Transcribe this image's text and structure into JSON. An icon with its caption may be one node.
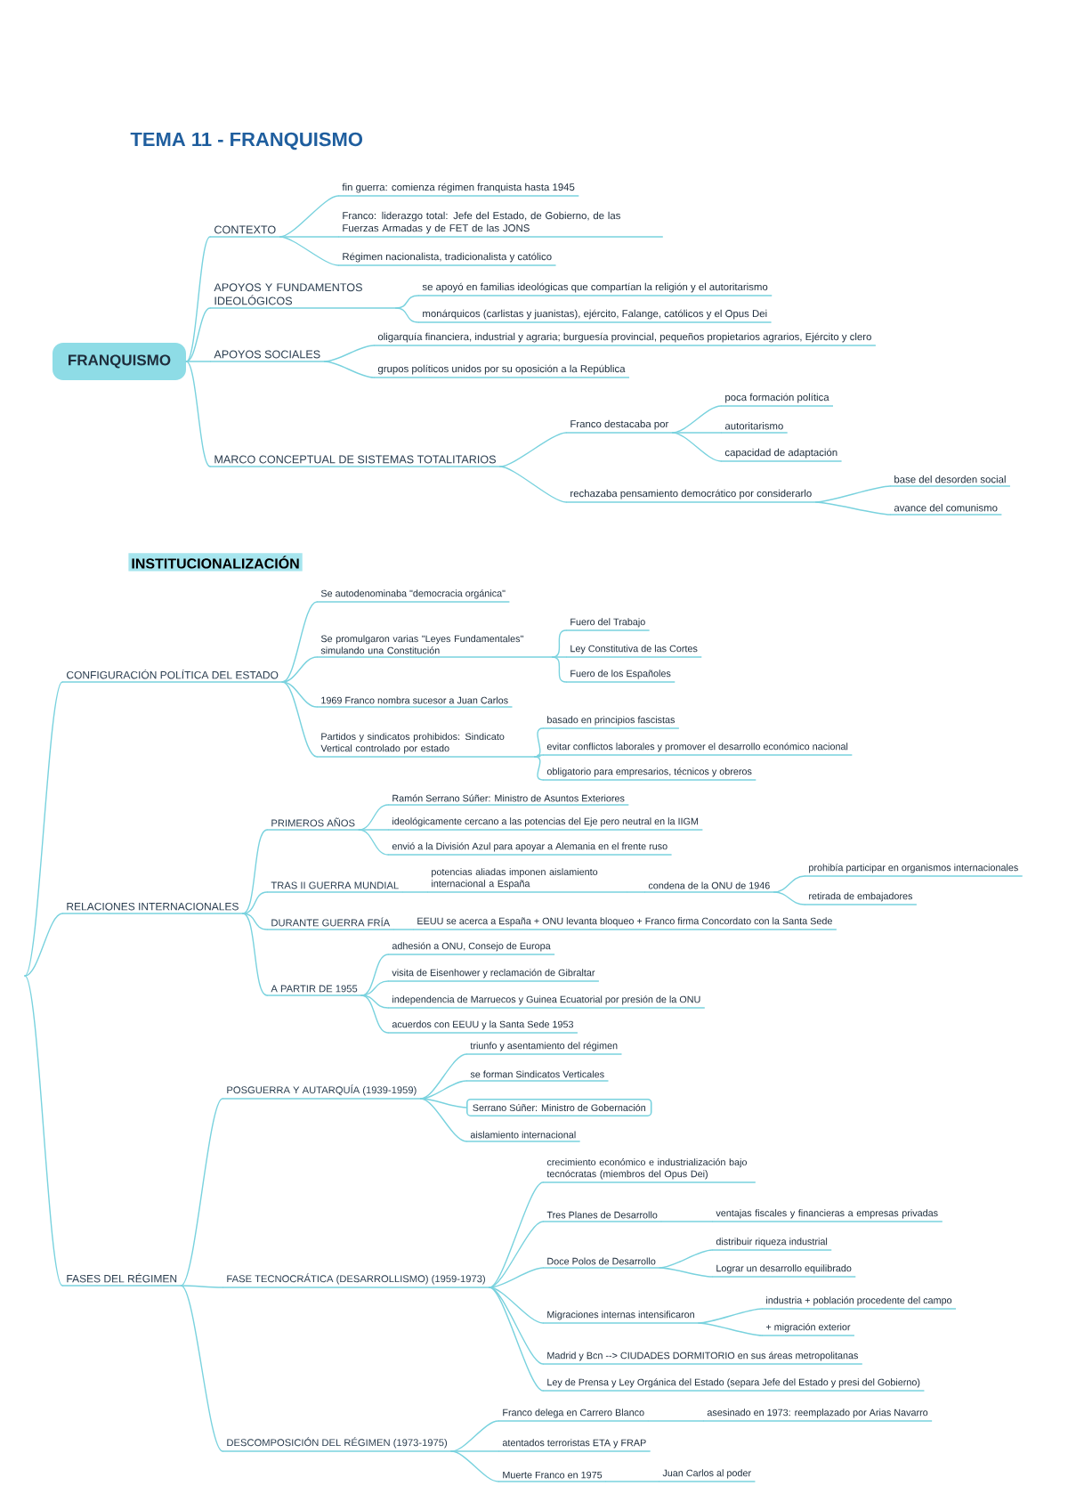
{
  "diagram": {
    "title": "TEMA 11 - FRANQUISMO",
    "nodes": [
      {
        "text": [
          "FRANQUISMO"
        ]
      },
      {
        "text": [
          "CONTEXTO"
        ]
      },
      {
        "text": [
          "fin guerra: comienza régimen franquista hasta 1945"
        ]
      },
      {
        "text": [
          "Franco: liderazgo total: Jefe del Estado, de Gobierno, de las Fuerzas Armadas y de FET de las JONS"
        ]
      },
      {
        "text": [
          "Régimen nacionalista, tradicionalista y católico"
        ]
      },
      {
        "text": [
          "APOYOS Y FUNDAMENTOS IDEOLÓGICOS"
        ]
      },
      {
        "text": [
          "se apoyó en familias ideológicas que compartían la religión y el autoritarismo"
        ]
      },
      {
        "text": [
          "monárquicos (carlistas y juanistas), ejército, Falange, católicos y el Opus Dei"
        ]
      },
      {
        "text": [
          "APOYOS SOCIALES"
        ]
      },
      {
        "text": [
          "oligarquía financiera, industrial y agraria; burguesía provincial, pequeños propietarios agrarios, Ejército y clero"
        ]
      },
      {
        "text": [
          "grupos políticos unidos por su oposición a la República"
        ]
      },
      {
        "text": [
          "MARCO CONCEPTUAL DE SISTEMAS TOTALITARIOS"
        ]
      },
      {
        "text": [
          "Franco destacaba por"
        ]
      },
      {
        "text": [
          "poca formación política"
        ]
      },
      {
        "text": [
          "autoritarismo"
        ]
      },
      {
        "text": [
          "capacidad de adaptación"
        ]
      },
      {
        "text": [
          "rechazaba pensamiento democrático por considerarlo"
        ]
      },
      {
        "text": [
          "base del desorden social"
        ]
      },
      {
        "text": [
          "avance del comunismo"
        ]
      },
      {
        "text": [
          "INSTITUCIONALIZACIÓN"
        ]
      },
      {
        "text": [
          "CONFIGURACIÓN POLÍTICA DEL ESTADO"
        ]
      },
      {
        "text": [
          "Se autodenominaba \"democracia orgánica\""
        ]
      },
      {
        "text": [
          "Se promulgaron varias \"Leyes Fundamentales\" simulando una Constitución"
        ]
      },
      {
        "text": [
          "Fuero del Trabajo"
        ]
      },
      {
        "text": [
          "Ley Constitutiva de las Cortes"
        ]
      },
      {
        "text": [
          "Fuero de los Españoles"
        ]
      },
      {
        "text": [
          "1969 Franco nombra sucesor a Juan Carlos"
        ]
      },
      {
        "text": [
          "Partidos y sindicatos prohibidos: Sindicato Vertical controlado por estado"
        ]
      },
      {
        "text": [
          "basado en principios fascistas"
        ]
      },
      {
        "text": [
          "evitar conflictos laborales y promover el desarrollo económico nacional"
        ]
      },
      {
        "text": [
          "obligatorio para empresarios, técnicos y obreros"
        ]
      },
      {
        "text": [
          "RELACIONES INTERNACIONALES"
        ]
      },
      {
        "text": [
          "PRIMEROS AÑOS"
        ]
      },
      {
        "text": [
          "Ramón Serrano Súñer: Ministro de Asuntos Exteriores"
        ]
      },
      {
        "text": [
          "ideológicamente cercano a las potencias del Eje pero neutral en la IIGM"
        ]
      },
      {
        "text": [
          "envió a la División Azul para apoyar a Alemania en el frente ruso"
        ]
      },
      {
        "text": [
          "TRAS II GUERRA MUNDIAL"
        ]
      },
      {
        "text": [
          "potencias aliadas imponen aislamiento internacional a España"
        ]
      },
      {
        "text": [
          "condena de la ONU de 1946"
        ]
      },
      {
        "text": [
          "prohibía participar en organismos internacionales"
        ]
      },
      {
        "text": [
          "retirada de embajadores"
        ]
      },
      {
        "text": [
          "DURANTE GUERRA FRÍA"
        ]
      },
      {
        "text": [
          "EEUU se acerca a España + ONU levanta bloqueo + Franco firma Concordato con la Santa Sede"
        ]
      },
      {
        "text": [
          "A PARTIR DE 1955"
        ]
      },
      {
        "text": [
          "adhesión a ONU, Consejo de Europa"
        ]
      },
      {
        "text": [
          "visita de Eisenhower y reclamación de Gibraltar"
        ]
      },
      {
        "text": [
          "independencia de Marruecos y Guinea Ecuatorial por presión de la ONU"
        ]
      },
      {
        "text": [
          "acuerdos con EEUU y la Santa Sede 1953"
        ]
      },
      {
        "text": [
          "FASES DEL RÉGIMEN"
        ]
      },
      {
        "text": [
          "POSGUERRA Y AUTARQUÍA (1939-1959)"
        ]
      },
      {
        "text": [
          "triunfo y asentamiento del régimen"
        ]
      },
      {
        "text": [
          "se forman Sindicatos Verticales"
        ]
      },
      {
        "text": [
          "Serrano Súñer: Ministro de Gobernación"
        ]
      },
      {
        "text": [
          "aislamiento internacional"
        ]
      },
      {
        "text": [
          "FASE TECNOCRÁTICA (DESARROLLISMO) (1959-1973)"
        ]
      },
      {
        "text": [
          "crecimiento económico e industrialización bajo tecnócratas (miembros del Opus Dei)"
        ]
      },
      {
        "text": [
          "Tres Planes de Desarrollo"
        ]
      },
      {
        "text": [
          "ventajas fiscales y financieras a empresas privadas"
        ]
      },
      {
        "text": [
          "Doce Polos de Desarrollo"
        ]
      },
      {
        "text": [
          "distribuir riqueza industrial"
        ]
      },
      {
        "text": [
          "Lograr un desarrollo equilibrado"
        ]
      },
      {
        "text": [
          "Migraciones internas intensificaron"
        ]
      },
      {
        "text": [
          "industria + población procedente del campo"
        ]
      },
      {
        "text": [
          "+ migración exterior"
        ]
      },
      {
        "text": [
          "Madrid y Bcn --> CIUDADES DORMITORIO en sus áreas metropolitanas"
        ]
      },
      {
        "text": [
          "Ley de Prensa y Ley Orgánica del Estado (separa Jefe del Estado y presi del Gobierno)"
        ]
      },
      {
        "text": [
          "DESCOMPOSICIÓN DEL RÉGIMEN (1973-1975)"
        ]
      },
      {
        "text": [
          "Franco delega en Carrero Blanco"
        ]
      },
      {
        "text": [
          "asesinado en 1973: reemplazado por Arias Navarro"
        ]
      },
      {
        "text": [
          "atentados terroristas ETA y FRAP"
        ]
      },
      {
        "text": [
          "Muerte Franco en 1975"
        ]
      },
      {
        "text": [
          "Juan Carlos al poder"
        ]
      }
    ],
    "edges": [
      {
        "from": 0,
        "to": 1,
        "arrow": "none"
      },
      {
        "from": 0,
        "to": 5,
        "arrow": "none"
      },
      {
        "from": 0,
        "to": 8,
        "arrow": "none"
      },
      {
        "from": 0,
        "to": 11,
        "arrow": "none"
      },
      {
        "from": 1,
        "to": 2,
        "arrow": "none"
      },
      {
        "from": 1,
        "to": 3,
        "arrow": "none"
      },
      {
        "from": 1,
        "to": 4,
        "arrow": "none"
      },
      {
        "from": 5,
        "to": 6,
        "arrow": "none"
      },
      {
        "from": 5,
        "to": 7,
        "arrow": "none"
      },
      {
        "from": 8,
        "to": 9,
        "arrow": "none"
      },
      {
        "from": 8,
        "to": 10,
        "arrow": "none"
      },
      {
        "from": 11,
        "to": 12,
        "arrow": "none"
      },
      {
        "from": 11,
        "to": 16,
        "arrow": "none"
      },
      {
        "from": 12,
        "to": 13,
        "arrow": "none"
      },
      {
        "from": 12,
        "to": 14,
        "arrow": "none"
      },
      {
        "from": 12,
        "to": 15,
        "arrow": "none"
      },
      {
        "from": 16,
        "to": 17,
        "arrow": "none"
      },
      {
        "from": 16,
        "to": 18,
        "arrow": "none"
      },
      {
        "from": null,
        "to": 20,
        "arrow": "none"
      },
      {
        "from": null,
        "to": 31,
        "arrow": "none"
      },
      {
        "from": null,
        "to": 48,
        "arrow": "none"
      },
      {
        "from": 20,
        "to": 21,
        "arrow": "none"
      },
      {
        "from": 20,
        "to": 22,
        "arrow": "none"
      },
      {
        "from": 20,
        "to": 26,
        "arrow": "none"
      },
      {
        "from": 20,
        "to": 27,
        "arrow": "none"
      },
      {
        "from": 22,
        "to": 23,
        "arrow": "none"
      },
      {
        "from": 22,
        "to": 24,
        "arrow": "none"
      },
      {
        "from": 22,
        "to": 25,
        "arrow": "none"
      },
      {
        "from": 27,
        "to": 28,
        "arrow": "none"
      },
      {
        "from": 27,
        "to": 29,
        "arrow": "none"
      },
      {
        "from": 27,
        "to": 30,
        "arrow": "none"
      },
      {
        "from": 31,
        "to": 32,
        "arrow": "none"
      },
      {
        "from": 31,
        "to": 36,
        "arrow": "none"
      },
      {
        "from": 31,
        "to": 41,
        "arrow": "none"
      },
      {
        "from": 31,
        "to": 43,
        "arrow": "none"
      },
      {
        "from": 32,
        "to": 33,
        "arrow": "none"
      },
      {
        "from": 32,
        "to": 34,
        "arrow": "none"
      },
      {
        "from": 32,
        "to": 35,
        "arrow": "none"
      },
      {
        "from": 36,
        "to": 37,
        "arrow": "none"
      },
      {
        "from": 37,
        "to": 38,
        "arrow": "none"
      },
      {
        "from": 38,
        "to": 39,
        "arrow": "none"
      },
      {
        "from": 38,
        "to": 40,
        "arrow": "none"
      },
      {
        "from": 41,
        "to": 42,
        "arrow": "none"
      },
      {
        "from": 43,
        "to": 44,
        "arrow": "none"
      },
      {
        "from": 43,
        "to": 45,
        "arrow": "none"
      },
      {
        "from": 43,
        "to": 46,
        "arrow": "none"
      },
      {
        "from": 43,
        "to": 47,
        "arrow": "none"
      },
      {
        "from": 48,
        "to": 49,
        "arrow": "none"
      },
      {
        "from": 48,
        "to": 54,
        "arrow": "none"
      },
      {
        "from": 48,
        "to": 66,
        "arrow": "none"
      },
      {
        "from": 49,
        "to": 50,
        "arrow": "none"
      },
      {
        "from": 49,
        "to": 51,
        "arrow": "none"
      },
      {
        "from": 49,
        "to": 52,
        "arrow": "none"
      },
      {
        "from": 49,
        "to": 53,
        "arrow": "none"
      },
      {
        "from": 54,
        "to": 55,
        "arrow": "none"
      },
      {
        "from": 54,
        "to": 56,
        "arrow": "none"
      },
      {
        "from": 54,
        "to": 58,
        "arrow": "none"
      },
      {
        "from": 54,
        "to": 61,
        "arrow": "none"
      },
      {
        "from": 54,
        "to": 64,
        "arrow": "none"
      },
      {
        "from": 54,
        "to": 65,
        "arrow": "none"
      },
      {
        "from": 56,
        "to": 57,
        "arrow": "none"
      },
      {
        "from": 58,
        "to": 59,
        "arrow": "none"
      },
      {
        "from": 58,
        "to": 60,
        "arrow": "none"
      },
      {
        "from": 61,
        "to": 62,
        "arrow": "none"
      },
      {
        "from": 61,
        "to": 63,
        "arrow": "none"
      },
      {
        "from": 66,
        "to": 67,
        "arrow": "none"
      },
      {
        "from": 66,
        "to": 69,
        "arrow": "none"
      },
      {
        "from": 66,
        "to": 70,
        "arrow": "none"
      },
      {
        "from": 67,
        "to": 68,
        "arrow": "none"
      },
      {
        "from": 70,
        "to": 71,
        "arrow": "none"
      }
    ]
  }
}
